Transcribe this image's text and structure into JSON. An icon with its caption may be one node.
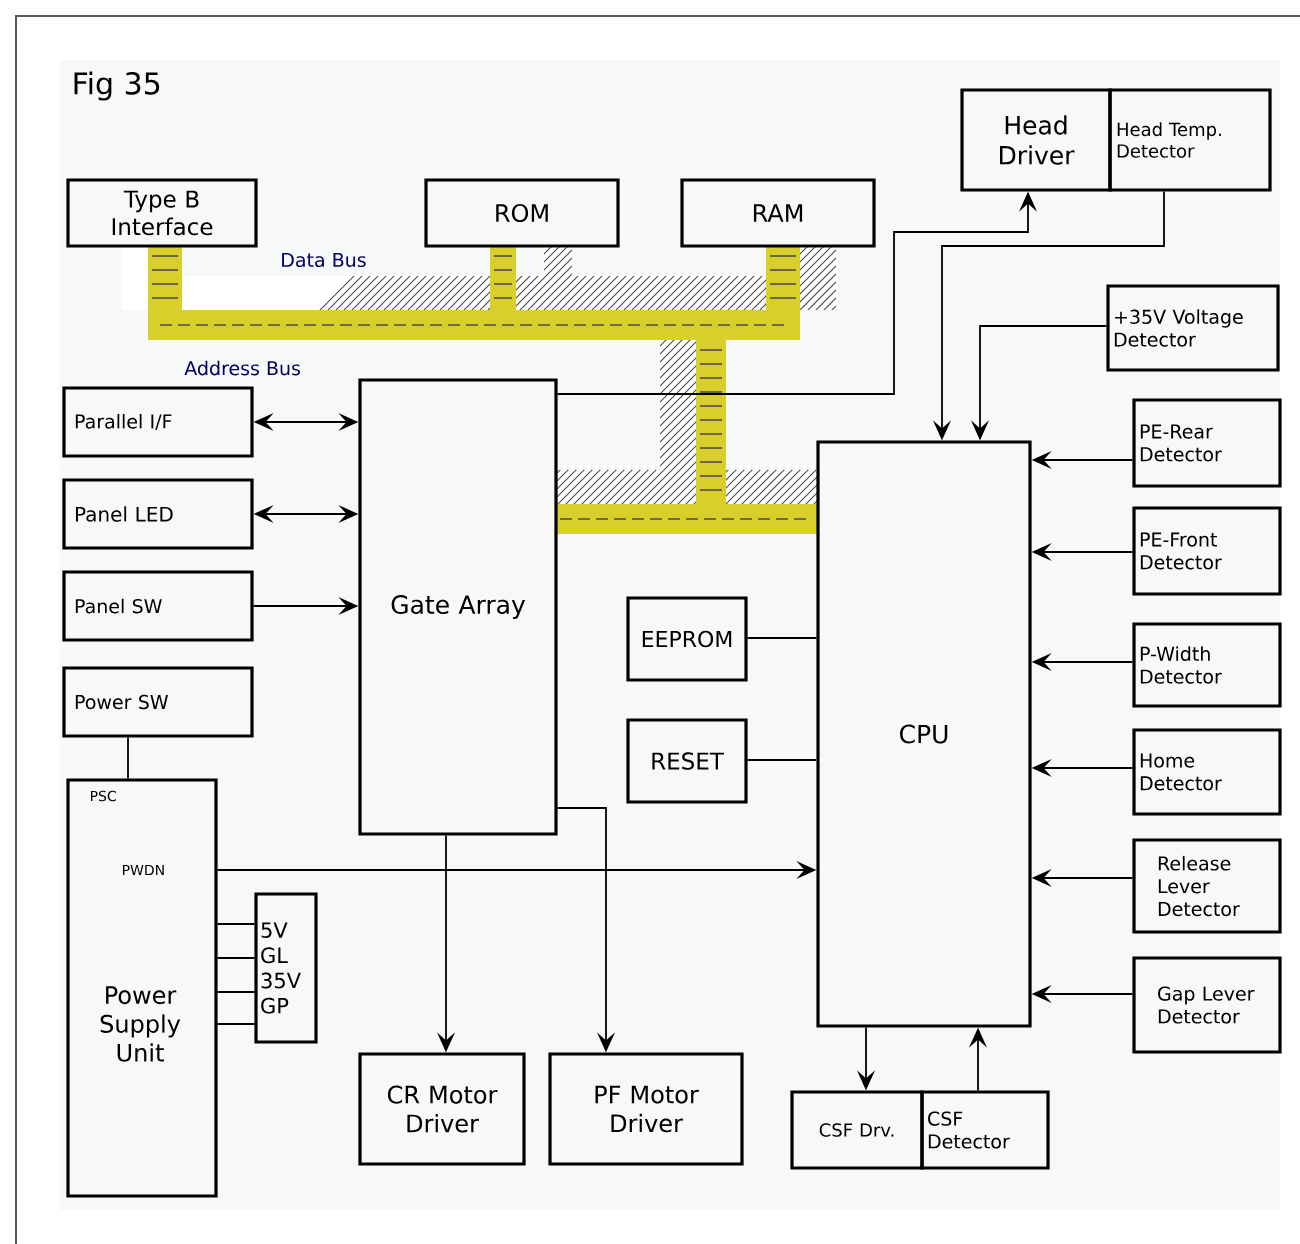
{
  "diagram": {
    "title": "Fig 35",
    "nodes": [
      {
        "text": [
          "Type B Interface"
        ]
      },
      {
        "text": [
          "ROM"
        ]
      },
      {
        "text": [
          "RAM"
        ]
      },
      {
        "text": [
          "Head Driver"
        ]
      },
      {
        "text": [
          "Head Temp. Detector"
        ]
      },
      {
        "text": [
          "+35V Voltage Detector"
        ]
      },
      {
        "text": [
          "Parallel I/F"
        ]
      },
      {
        "text": [
          "Panel  LED"
        ]
      },
      {
        "text": [
          "Panel SW"
        ]
      },
      {
        "text": [
          "Gate Array"
        ]
      },
      {
        "text": [
          "EEPROM"
        ]
      },
      {
        "text": [
          "RESET"
        ]
      },
      {
        "text": [
          "CPU"
        ]
      },
      {
        "text": [
          "PE-Rear Detector"
        ]
      },
      {
        "text": [
          "PE-Front Detector"
        ]
      },
      {
        "text": [
          "P-Width Detector"
        ]
      },
      {
        "text": [
          "Home Detector"
        ]
      },
      {
        "text": [
          "Release Lever Detector"
        ]
      },
      {
        "text": [
          "Gap Lever Detector"
        ]
      },
      {
        "text": [
          "Power SW"
        ]
      },
      {
        "text": [
          "PSC",
          "PWDN",
          "Power Supply Unit"
        ]
      },
      {
        "text": [
          "5V",
          "GL",
          "35V",
          "GP"
        ]
      },
      {
        "text": [
          "CR Motor Driver"
        ]
      },
      {
        "text": [
          "PF Motor Driver"
        ]
      },
      {
        "text": [
          "CSF Drv."
        ]
      },
      {
        "text": [
          "CSF Detector"
        ]
      }
    ],
    "edges": [
      {
        "from": 6,
        "to": 9,
        "arrow": "both"
      },
      {
        "from": 7,
        "to": 9,
        "arrow": "both"
      },
      {
        "from": 8,
        "to": 9,
        "arrow": "to"
      },
      {
        "from": 19,
        "to": 20,
        "arrow": "none"
      },
      {
        "from": 20,
        "to": 12,
        "arrow": "to"
      },
      {
        "from": 20,
        "to": 21,
        "arrow": "none"
      },
      {
        "from": 20,
        "to": 21,
        "arrow": "none"
      },
      {
        "from": 20,
        "to": 21,
        "arrow": "none"
      },
      {
        "from": 20,
        "to": 21,
        "arrow": "none"
      },
      {
        "from": 9,
        "to": 22,
        "arrow": "to"
      },
      {
        "from": 9,
        "to": 23,
        "arrow": "to"
      },
      {
        "from": 9,
        "to": 3,
        "arrow": "to"
      },
      {
        "from": 4,
        "to": 12,
        "arrow": "to"
      },
      {
        "from": 5,
        "to": 12,
        "arrow": "to"
      },
      {
        "from": 13,
        "to": 12,
        "arrow": "to"
      },
      {
        "from": 14,
        "to": 12,
        "arrow": "to"
      },
      {
        "from": 15,
        "to": 12,
        "arrow": "to"
      },
      {
        "from": 16,
        "to": 12,
        "arrow": "to"
      },
      {
        "from": 17,
        "to": 12,
        "arrow": "to"
      },
      {
        "from": 18,
        "to": 12,
        "arrow": "to"
      },
      {
        "from": 10,
        "to": 12,
        "arrow": "none"
      },
      {
        "from": 11,
        "to": 12,
        "arrow": "none"
      },
      {
        "from": 12,
        "to": 24,
        "arrow": "to"
      },
      {
        "from": 25,
        "to": 12,
        "arrow": "to"
      }
    ],
    "labels": [
      "Data Bus",
      "Address Bus"
    ]
  }
}
